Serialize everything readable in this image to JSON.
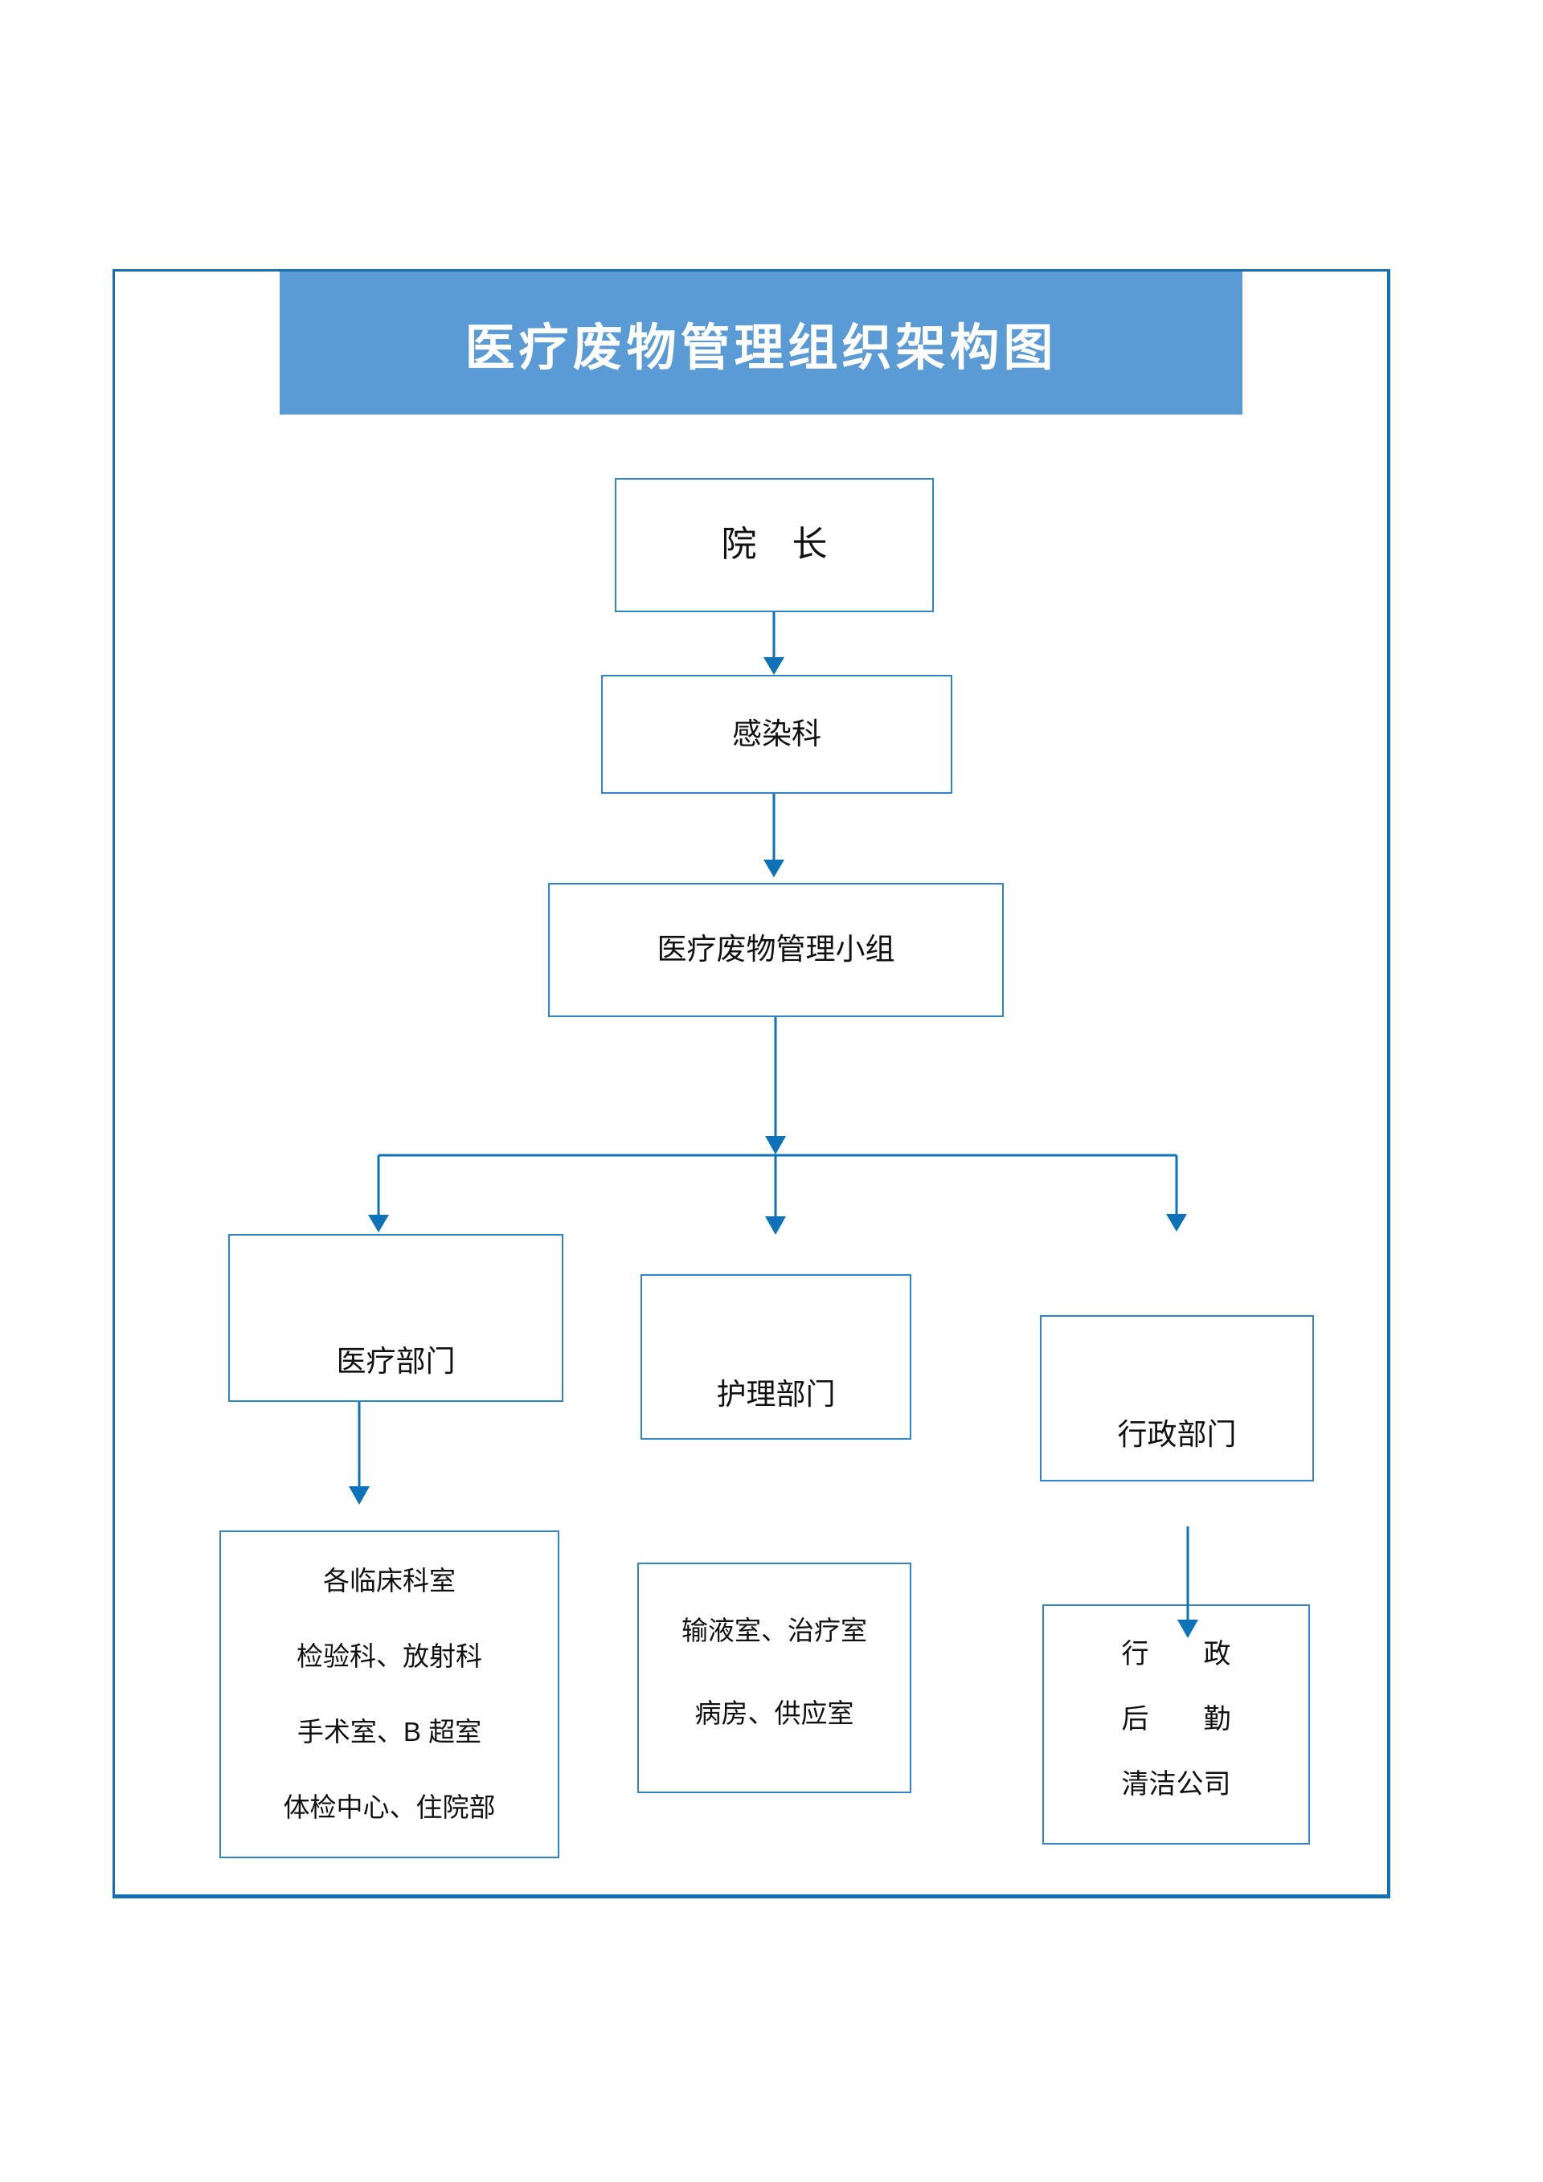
{
  "title": {
    "text": "医疗废物管理组织架构图"
  },
  "nodes": {
    "director": {
      "label": "院　长"
    },
    "infection": {
      "label": "感染科"
    },
    "waste_group": {
      "label": "医疗废物管理小组"
    },
    "medical_dept": {
      "label": "医疗部门"
    },
    "nursing_dept": {
      "label": "护理部门"
    },
    "admin_dept": {
      "label": "行政部门"
    },
    "clinical_sub": {
      "lines": [
        "各临床科室",
        "检验科、放射科",
        "手术室、B 超室",
        "体检中心、住院部"
      ]
    },
    "nursing_sub": {
      "lines": [
        "输液室、治疗室",
        "病房、供应室"
      ]
    },
    "admin_sub": {
      "lines": [
        "行　　政",
        "后　　勤",
        "清洁公司"
      ]
    }
  },
  "colors": {
    "title_bg": "#5b9bd5",
    "title_text": "#ffffff",
    "frame_border": "#1470b4",
    "box_border": "#2e86c8",
    "connector": "#0e72b8",
    "text": "#111111",
    "page_bg": "#ffffff"
  }
}
